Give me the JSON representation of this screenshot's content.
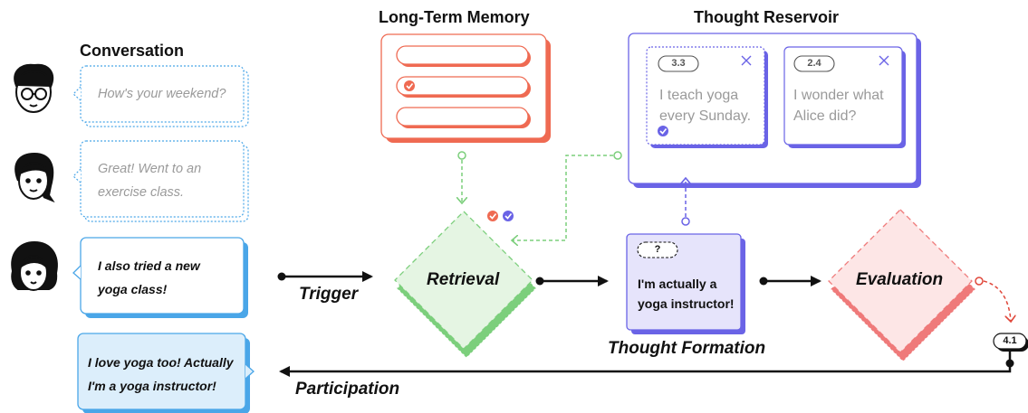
{
  "sections": {
    "conversation": "Conversation",
    "long_term_memory": "Long-Term Memory",
    "thought_reservoir": "Thought Reservoir"
  },
  "messages": [
    {
      "text_lines": [
        "How's your weekend?"
      ],
      "style": "dotted-grey"
    },
    {
      "text_lines": [
        "Great! Went to an",
        "exercise class."
      ],
      "style": "dotted-grey"
    },
    {
      "text_lines": [
        "I also tried a new",
        "yoga class!"
      ],
      "style": "solid-blue"
    },
    {
      "text_lines": [
        "I love yoga too! Actually",
        "I'm a yoga instructor!"
      ],
      "style": "filled-blue"
    }
  ],
  "reservoir_cards": [
    {
      "score": "3.3",
      "text_lines": [
        "I teach yoga",
        "every Sunday."
      ],
      "checked": true
    },
    {
      "score": "2.4",
      "text_lines": [
        "I wonder what",
        "Alice did?"
      ],
      "checked": false
    }
  ],
  "stages": {
    "retrieval": "Retrieval",
    "evaluation": "Evaluation",
    "thought_formation": "Thought Formation",
    "trigger": "Trigger",
    "participation": "Participation"
  },
  "formed_thought": {
    "score": "?",
    "text_lines": [
      "I'm actually a",
      "yoga instructor!"
    ]
  },
  "evaluation_score": "4.1",
  "colors": {
    "memory": "#ef6a52",
    "reservoir": "#6a63e6",
    "retrieval": "#7ccf7c",
    "evaluation": "#ef7a7a",
    "bubble": "#4aa6e8"
  }
}
